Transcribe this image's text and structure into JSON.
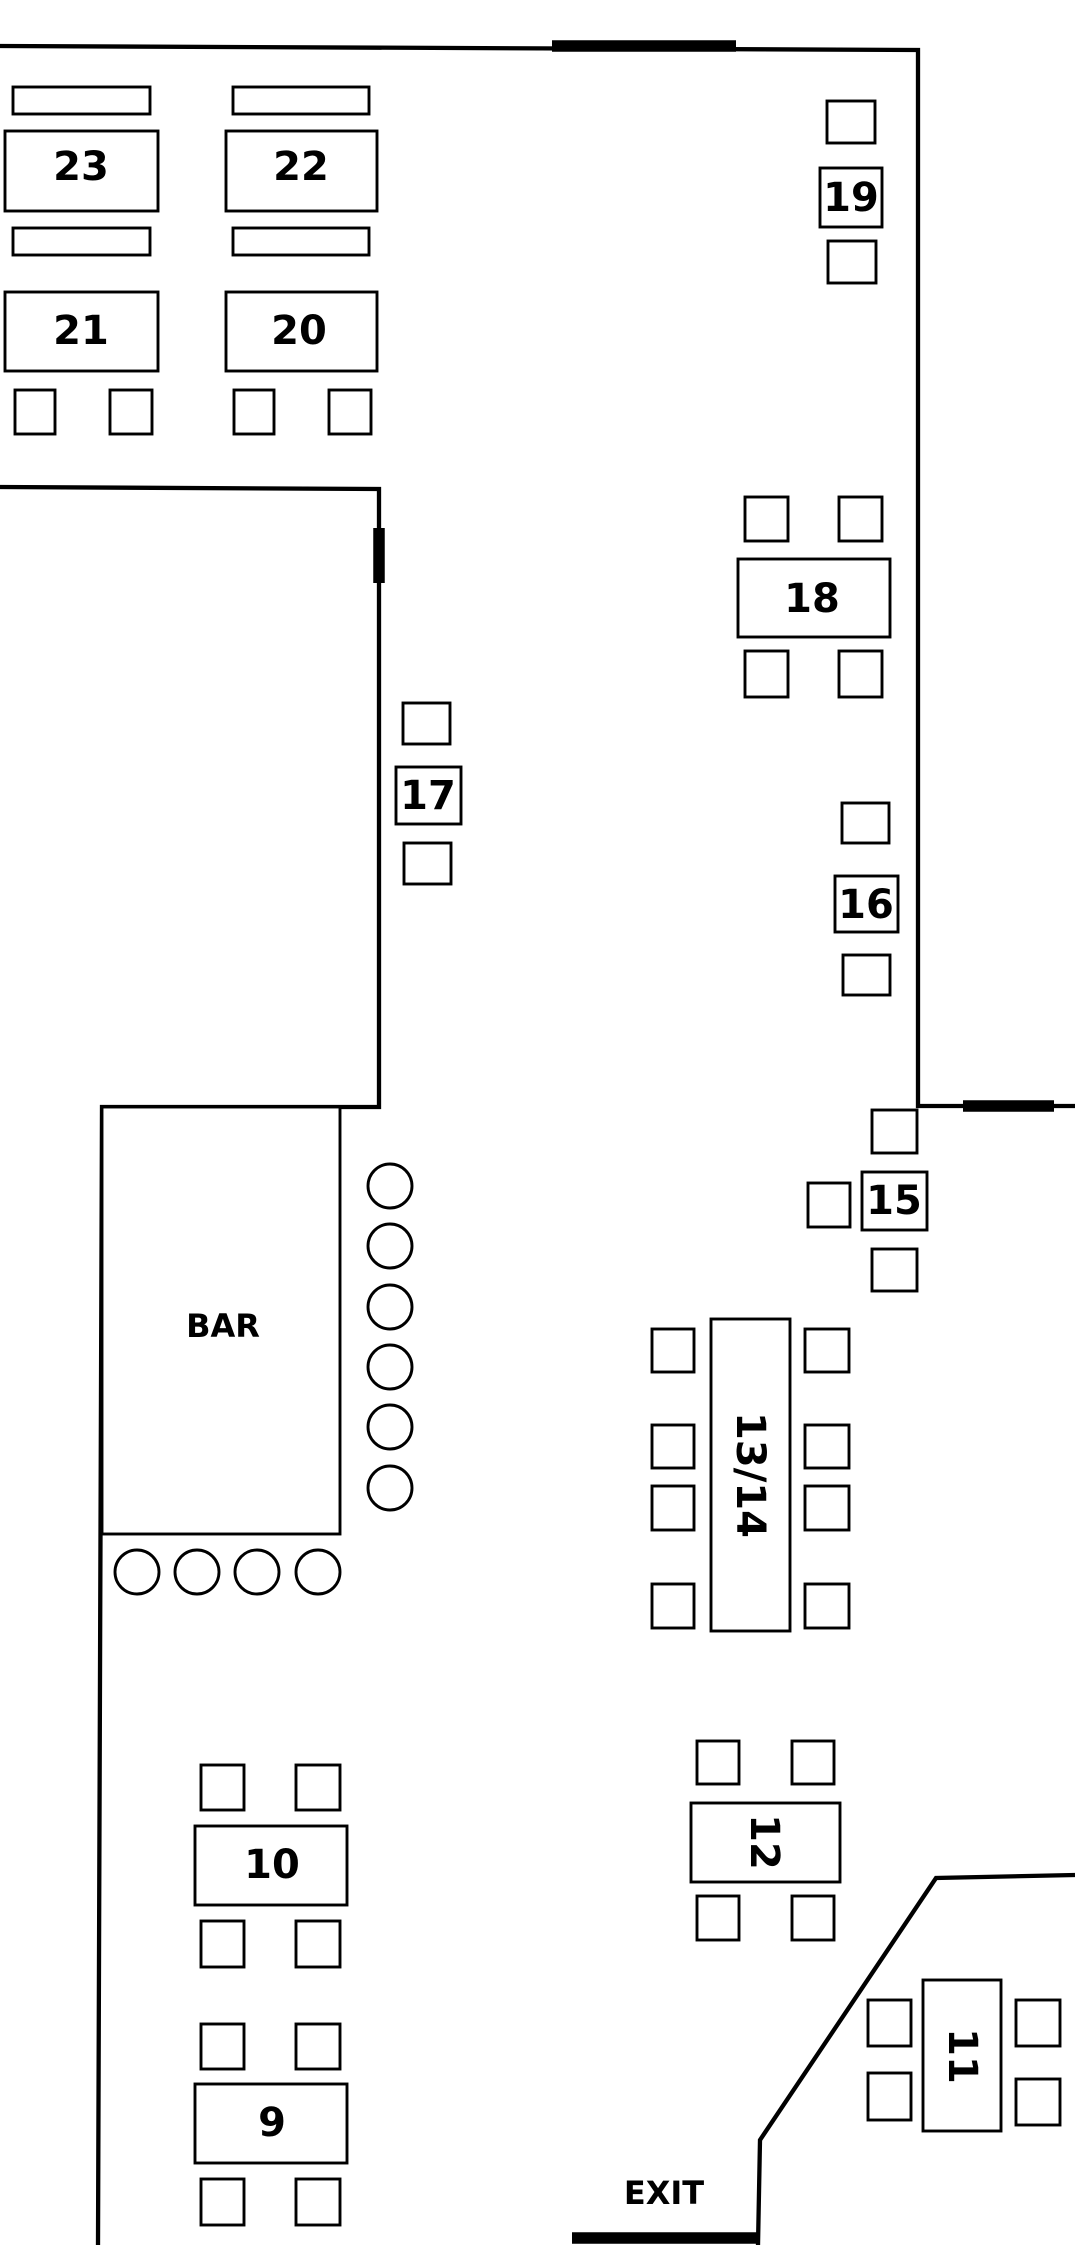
{
  "tables": {
    "t23": "23",
    "t22": "22",
    "t21": "21",
    "t20": "20",
    "t19": "19",
    "t18": "18",
    "t17": "17",
    "t16": "16",
    "t15": "15",
    "t13_14": "13/14",
    "t12": "12",
    "t11": "11",
    "t10": "10",
    "t9": "9"
  },
  "bar_label": "BAR",
  "exit_label": "EXIT",
  "colors": {
    "ink": "#000000",
    "background": "#ffffff"
  }
}
